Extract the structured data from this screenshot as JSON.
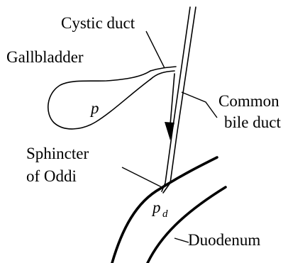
{
  "labels": {
    "cystic_duct": "Cystic duct",
    "gallbladder": "Gallbladder",
    "common_bile_duct_line1": "Common",
    "common_bile_duct_line2": "bile duct",
    "sphincter_line1": "Sphincter",
    "sphincter_line2": "of Oddi",
    "duodenum": "Duodenum"
  },
  "variables": {
    "gallbladder_pressure": "p",
    "duodenal_pressure_base": "p",
    "duodenal_pressure_sub": "d"
  }
}
